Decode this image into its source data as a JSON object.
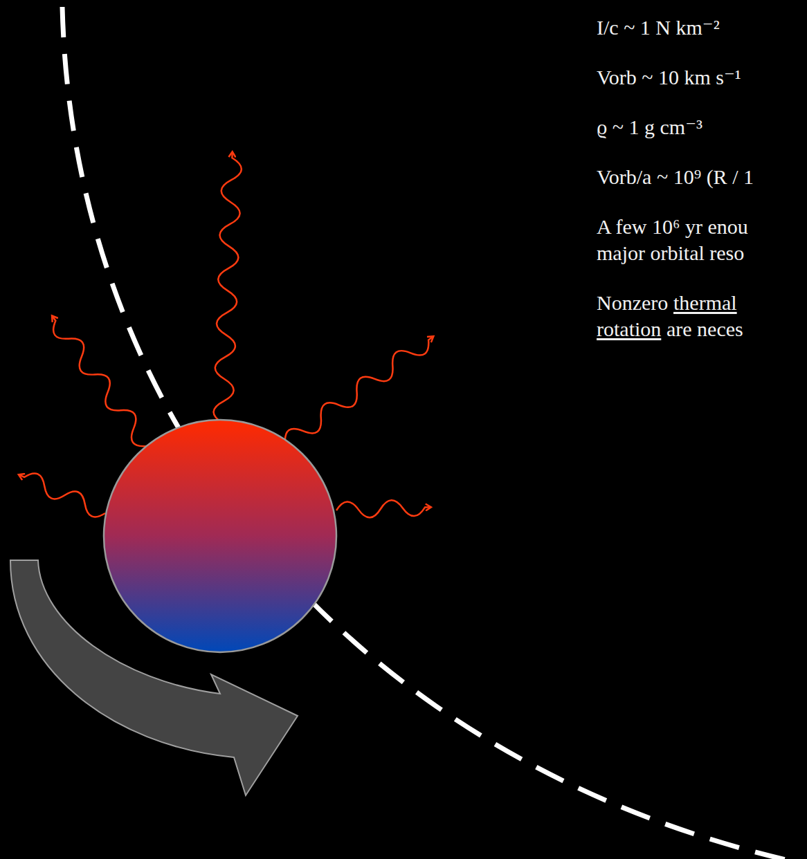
{
  "diagram": {
    "labels": [
      "I/c ~ 1 N km⁻²",
      "Vorb ~ 10 km s⁻¹",
      "ϱ ~ 1 g cm⁻³",
      "Vorb/a ~ 10⁹ (R / 1",
      "A few 10⁶ yr enou",
      "major orbital reso",
      "Nonzero",
      "thermal",
      "rotation",
      "are neces"
    ]
  }
}
